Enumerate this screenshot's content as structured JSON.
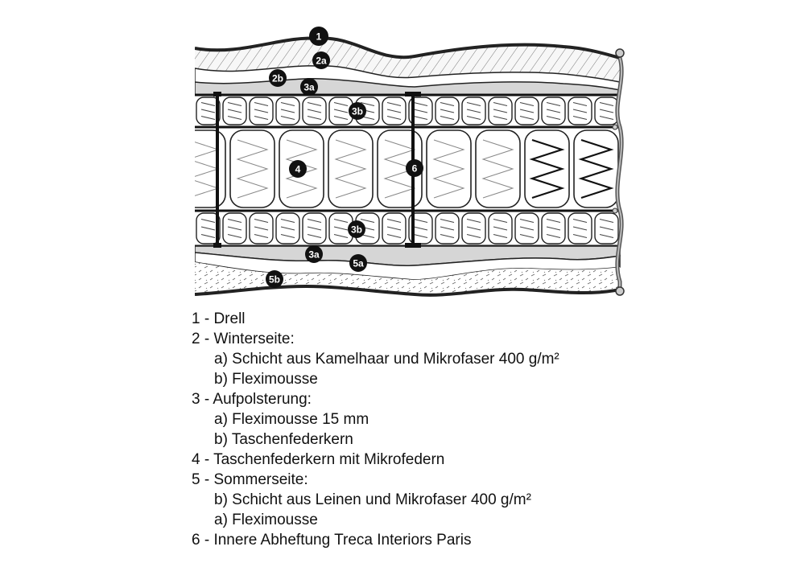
{
  "callouts": {
    "c1": "1",
    "c2a": "2a",
    "c2b": "2b",
    "c3a_top": "3a",
    "c3b_top": "3b",
    "c4": "4",
    "c6": "6",
    "c3b_bottom": "3b",
    "c3a_bottom": "3a",
    "c5a": "5a",
    "c5b": "5b"
  },
  "legend": [
    {
      "text": "1 - Drell",
      "indent": false
    },
    {
      "text": "2 - Winterseite:",
      "indent": false
    },
    {
      "text": "a) Schicht aus Kamelhaar und Mikrofaser 400 g/m²",
      "indent": true
    },
    {
      "text": "b) Fleximousse",
      "indent": true
    },
    {
      "text": "3 - Aufpolsterung:",
      "indent": false
    },
    {
      "text": "a) Fleximousse 15 mm",
      "indent": true
    },
    {
      "text": "b) Taschenfederkern",
      "indent": true
    },
    {
      "text": "4 - Taschenfederkern mit Mikrofedern",
      "indent": false
    },
    {
      "text": "5 - Sommerseite:",
      "indent": false
    },
    {
      "text": "b) Schicht aus Leinen und Mikrofaser 400 g/m²",
      "indent": true
    },
    {
      "text": "a) Fleximousse",
      "indent": true
    },
    {
      "text": "6 - Innere Abheftung Treca Interiors Paris",
      "indent": false
    }
  ]
}
